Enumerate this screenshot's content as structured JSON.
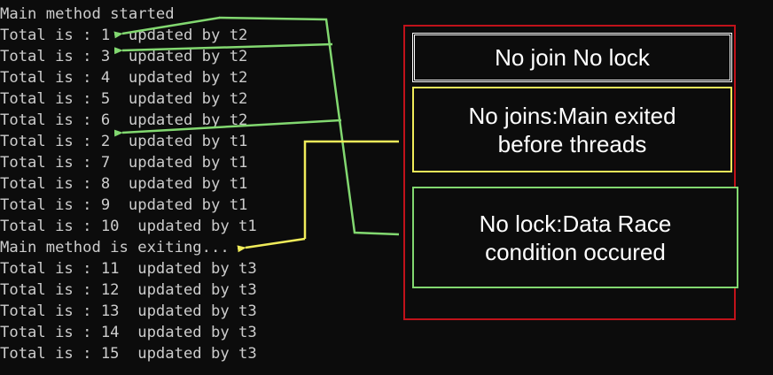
{
  "console": {
    "lines": [
      "Main method started",
      "Total is : 1  updated by t2",
      "Total is : 3  updated by t2",
      "Total is : 4  updated by t2",
      "Total is : 5  updated by t2",
      "Total is : 6  updated by t2",
      "Total is : 2  updated by t1",
      "Total is : 7  updated by t1",
      "Total is : 8  updated by t1",
      "Total is : 9  updated by t1",
      "Total is : 10  updated by t1",
      "Main method is exiting...",
      "Total is : 11  updated by t3",
      "Total is : 12  updated by t3",
      "Total is : 13  updated by t3",
      "Total is : 14  updated by t3",
      "Total is : 15  updated by t3"
    ]
  },
  "annotations": {
    "note1": "No join No lock",
    "note2_line1": "No joins:Main exited",
    "note2_line2": "before threads",
    "note3_line1": "No lock:Data Race",
    "note3_line2": "condition occured"
  },
  "colors": {
    "background": "#0c0c0c",
    "console_text": "#cccccc",
    "outer_frame": "#c0121a",
    "yellow": "#f0ec5a",
    "green": "#82d870"
  }
}
